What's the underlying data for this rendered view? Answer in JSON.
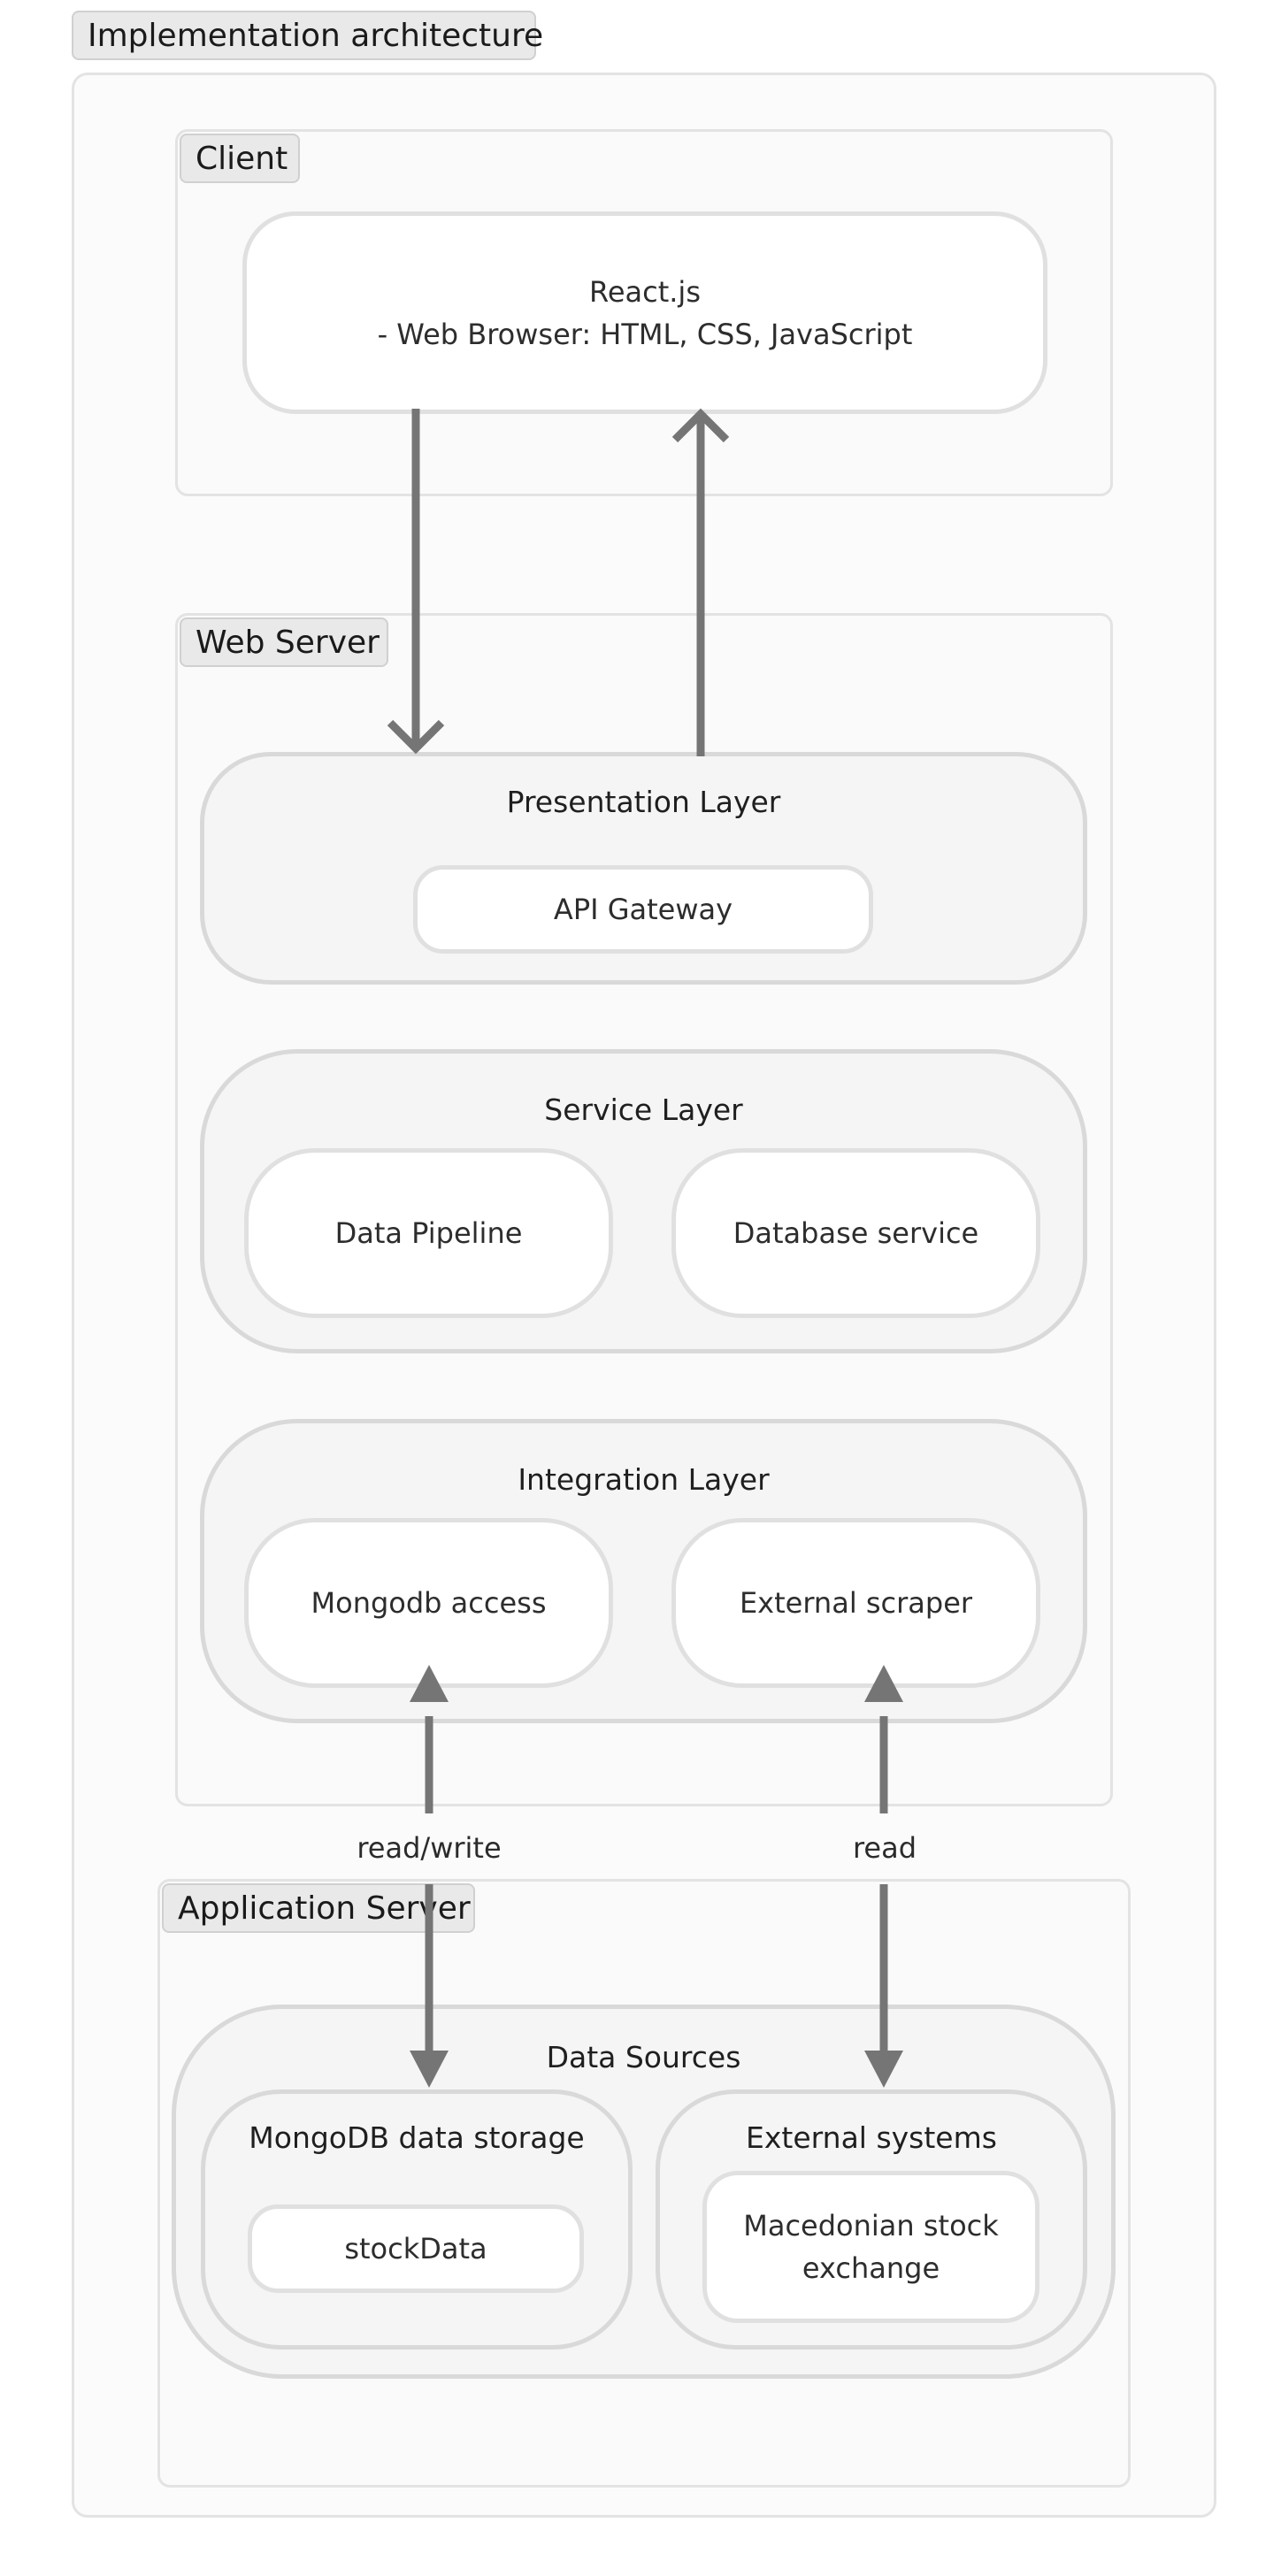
{
  "title": "Implementation architecture",
  "client": {
    "label": "Client",
    "node_line1": "React.js",
    "node_line2": "- Web Browser: HTML, CSS, JavaScript"
  },
  "web_server": {
    "label": "Web Server",
    "presentation": {
      "title": "Presentation Layer",
      "api_gateway": "API Gateway"
    },
    "service": {
      "title": "Service Layer",
      "data_pipeline": "Data Pipeline",
      "database_service": "Database service"
    },
    "integration": {
      "title": "Integration Layer",
      "mongodb_access": "Mongodb access",
      "external_scraper": "External scraper"
    }
  },
  "edges": {
    "read_write": "read/write",
    "read": "read"
  },
  "application_server": {
    "label": "Application Server",
    "data_sources": {
      "title": "Data Sources",
      "mongodb": {
        "title": "MongoDB data storage",
        "collection": "stockData"
      },
      "external": {
        "title": "External systems",
        "exchange": "Macedonian stock exchange"
      }
    }
  }
}
